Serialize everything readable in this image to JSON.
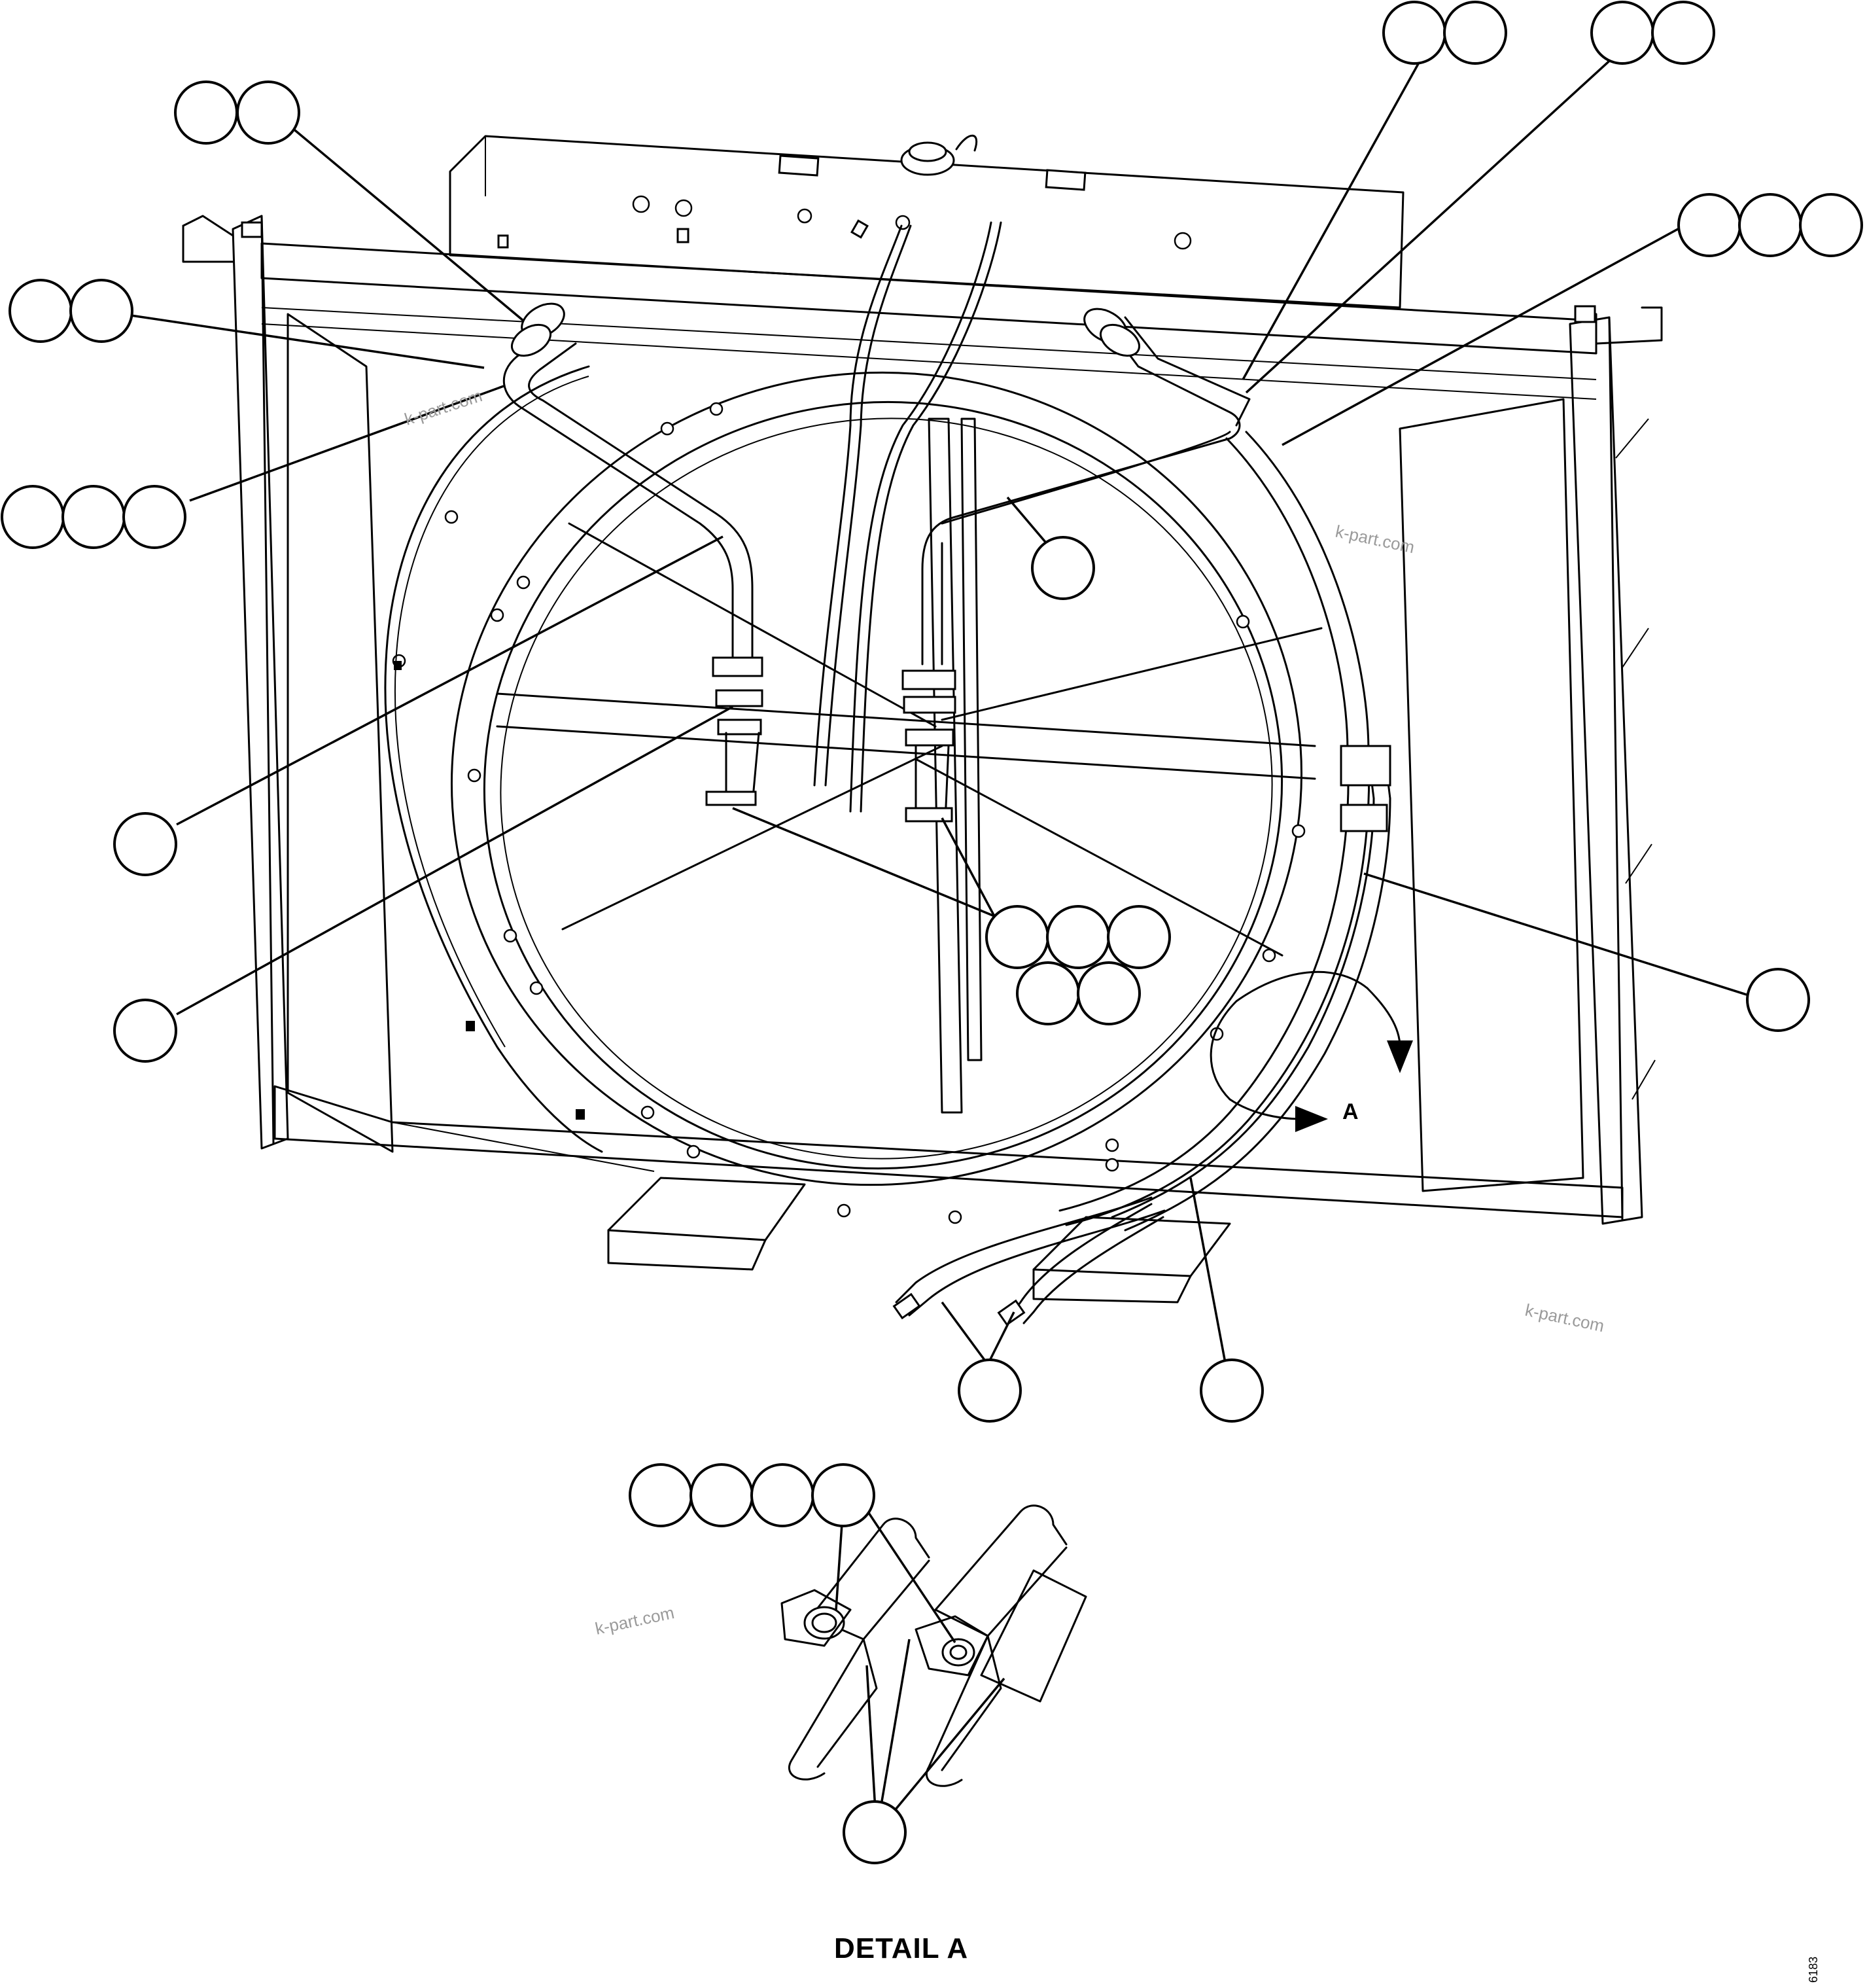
{
  "detail_title": "DETAIL A",
  "view_marker": "A",
  "drawing_number": "6183",
  "watermarks": [
    "k-part.com",
    "k-part.com",
    "k-part.com",
    "k-part.com"
  ],
  "callout_groups": [
    {
      "id": "top-left-pair",
      "balloons": 2
    },
    {
      "id": "top-right-pair-a",
      "balloons": 2
    },
    {
      "id": "top-right-pair-b",
      "balloons": 2
    },
    {
      "id": "right-triple",
      "balloons": 3
    },
    {
      "id": "left-pair",
      "balloons": 2
    },
    {
      "id": "left-triple",
      "balloons": 3
    },
    {
      "id": "left-single-upper",
      "balloons": 1
    },
    {
      "id": "left-single-lower",
      "balloons": 1
    },
    {
      "id": "center-single",
      "balloons": 1
    },
    {
      "id": "center-cluster",
      "balloons": 5
    },
    {
      "id": "right-single",
      "balloons": 1
    },
    {
      "id": "bottom-single-left",
      "balloons": 1
    },
    {
      "id": "bottom-single-right",
      "balloons": 1
    },
    {
      "id": "detail-quad",
      "balloons": 4
    },
    {
      "id": "detail-single",
      "balloons": 1
    }
  ]
}
